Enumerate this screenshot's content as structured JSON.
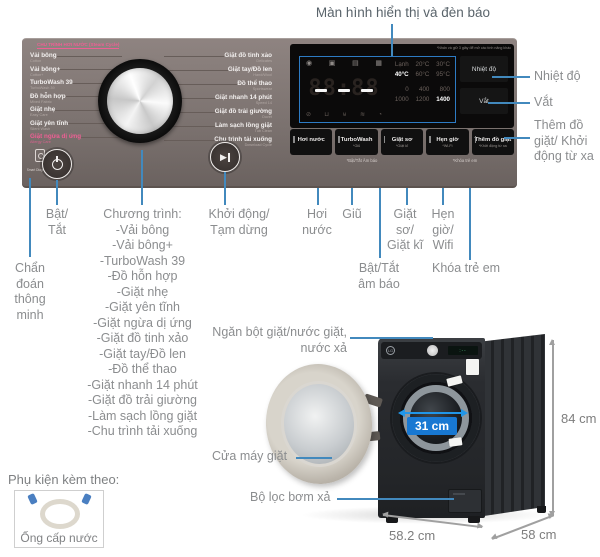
{
  "header": {
    "title": "Màn hình hiển thị và đèn báo"
  },
  "panel": {
    "steam_header": "CHU TRÌNH HƠI NƯỚC (Steam Cycle)",
    "smart_diagnosis_label": "Smart Diagnosis™",
    "programs_left": [
      {
        "vi": "Vải bông",
        "en": "Cotton"
      },
      {
        "vi": "Vải bông+",
        "en": "Cotton+"
      },
      {
        "vi": "TurboWash 39",
        "en": "TurboWash 39"
      },
      {
        "vi": "Đồ hỗn hợp",
        "en": "Mixed Fabric"
      },
      {
        "vi": "Giặt nhẹ",
        "en": "Easy Care"
      },
      {
        "vi": "Giặt yên tĩnh",
        "en": "Silent Wash"
      },
      {
        "vi": "Giặt ngừa dị ứng",
        "en": "Allergy Care",
        "accent": true
      }
    ],
    "programs_right": [
      {
        "vi": "Giặt đồ tinh xảo",
        "en": "Delicates"
      },
      {
        "vi": "Giặt tay/Đồ len",
        "en": "Hand/Wool"
      },
      {
        "vi": "Đồ thể thao",
        "en": "Sportswear"
      },
      {
        "vi": "Giặt nhanh 14 phút",
        "en": "Speed 14"
      },
      {
        "vi": "Giặt đồ trải giường",
        "en": "Duvet"
      },
      {
        "vi": "Làm sạch lồng giặt",
        "en": "Tub Clean"
      },
      {
        "vi": "Chu trình tải xuống",
        "en": "Download Cycle"
      }
    ],
    "display": {
      "note": "*Nhấn và giữ 3 giây để mở các tính năng khác",
      "digits_ghost": "88:88",
      "icons_top": [
        {
          "name": "door-lock-icon",
          "glyph": "◉"
        },
        {
          "name": "wash-icon",
          "glyph": "▣"
        },
        {
          "name": "rinse-icon",
          "glyph": "▤"
        },
        {
          "name": "spin-icon",
          "glyph": "▦"
        }
      ],
      "icons_bottom": [
        {
          "name": "mute-icon",
          "glyph": "⊘"
        },
        {
          "name": "tub-clean-icon",
          "glyph": "⊔"
        },
        {
          "name": "shirt-icon",
          "glyph": "⊎"
        },
        {
          "name": "wifi-icon",
          "glyph": "≋"
        },
        {
          "name": "time-delay-icon",
          "glyph": "◔"
        }
      ],
      "temps": [
        {
          "v": "Lạnh"
        },
        {
          "v": "20°C"
        },
        {
          "v": "30°C"
        },
        {
          "v": "40°C",
          "on": true
        },
        {
          "v": "60°C"
        },
        {
          "v": "95°C"
        }
      ],
      "spins": [
        {
          "v": "0"
        },
        {
          "v": "400"
        },
        {
          "v": "800"
        },
        {
          "v": "1000"
        },
        {
          "v": "1200"
        },
        {
          "v": "1400",
          "on": true
        }
      ],
      "temp_button": "Nhiệt độ",
      "spin_button": "Vắt"
    },
    "options": [
      {
        "label": "Hơi nước",
        "sub": ""
      },
      {
        "label": "TurboWash",
        "sub": "*Giũ"
      },
      {
        "label": "Giặt sơ",
        "sub": "*Giặt kĩ"
      },
      {
        "label": "Hẹn giờ",
        "sub": "*Wi-Fi"
      },
      {
        "label": "Thêm đồ giặt",
        "sub": "*Khởi động từ xa"
      }
    ],
    "hint_left": "*Bật/Tắt Âm báo",
    "hint_right": "*Khóa trẻ em"
  },
  "callouts": {
    "power": "Bật/ Tắt",
    "smart": "Chẩn đoán thông minh",
    "program_header": "Chương trình:",
    "program_items": [
      "-Vải bông",
      "-Vải bông+",
      "-TurboWash 39",
      "-Đồ hỗn hợp",
      "-Giặt nhẹ",
      "-Giặt yên tĩnh",
      "-Giặt ngừa dị ứng",
      "-Giặt đồ tinh xảo",
      "-Giặt tay/Đồ len",
      "-Đồ thể thao",
      "-Giặt nhanh 14 phút",
      "-Giặt đồ trải giường",
      "-Làm sạch lồng giặt",
      "-Chu trình tải xuống"
    ],
    "start_pause": "Khởi động/ Tạm dừng",
    "steam": "Hơi nước",
    "rinse": "Giũ",
    "prewash": "Giặt sơ/ Giặt kĩ",
    "timer_wifi": "Hẹn giờ/ Wifi",
    "beep": "Bật/Tắt âm báo",
    "child_lock": "Khóa trẻ em",
    "temperature": "Nhiệt độ",
    "spin": "Vắt",
    "add_laundry": "Thêm đồ giặt/ Khởi động từ xa"
  },
  "machine": {
    "labels": {
      "drawer": "Ngăn bột giặt/nước giặt, nước xả",
      "door": "Cửa máy giặt",
      "filter": "Bộ lọc bơm xả"
    },
    "dimensions": {
      "height": "84 cm",
      "width": "58.2 cm",
      "depth": "58 cm",
      "door_opening": "31 cm"
    }
  },
  "accessory": {
    "title": "Phụ kiện kèm theo:",
    "item_label": "Ống cấp nước"
  },
  "colors": {
    "callout_blue": "#4289bd",
    "badge_blue": "#1878d2",
    "panel_taupe": "#867c79",
    "steam_pink": "#ee5f94"
  }
}
